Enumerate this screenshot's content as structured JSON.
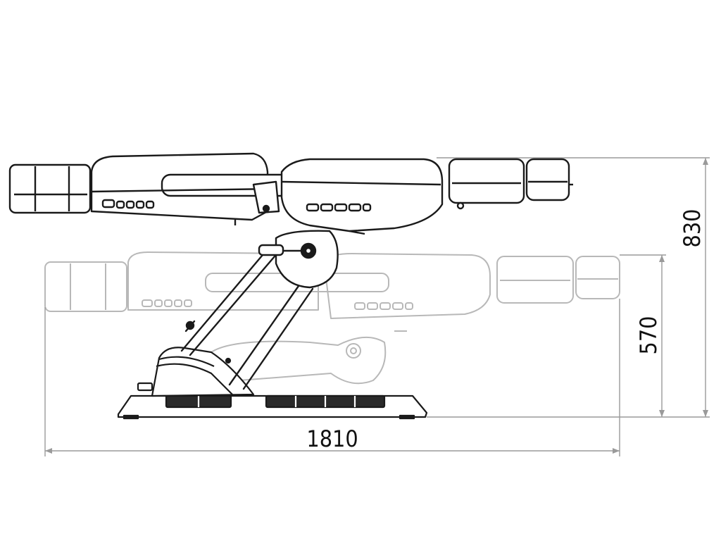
{
  "drawing": {
    "dimensions": {
      "length": "1810",
      "max_height": "830",
      "min_height": "570"
    },
    "colors": {
      "outline": "#1a1a1a",
      "ghost_outline": "#b8b8b8",
      "dimension_line": "#9a9a9a",
      "background": "#ffffff"
    }
  }
}
